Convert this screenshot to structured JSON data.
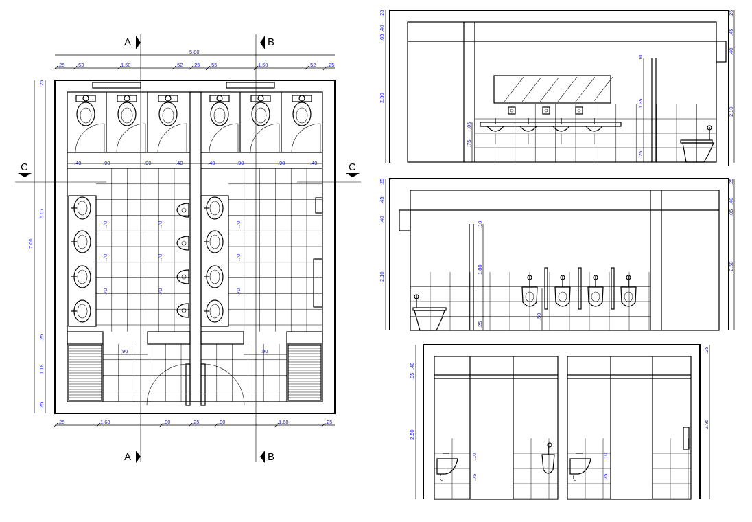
{
  "section_marks": {
    "a": "A",
    "b": "B",
    "c": "C"
  },
  "plan": {
    "top_total": "5.80",
    "top_dims": [
      ".25",
      ".53",
      "1.50",
      ".52",
      ".25",
      ".55",
      "1.50",
      ".52",
      ".25"
    ],
    "bottom_dims": [
      ".25",
      "1.68",
      ".90",
      ".25",
      ".90",
      "1.68",
      ".25"
    ],
    "left_outer": "7.00",
    "left_dims": [
      ".25",
      "5.07",
      ".25",
      "1.18",
      ".25"
    ],
    "stall_dims": [
      ".40",
      ".90",
      ".90",
      ".40",
      ".40",
      ".90",
      ".90",
      ".40"
    ],
    "spacing_dims": [
      ".70",
      ".70",
      ".70"
    ],
    "door_dims": [
      ".90",
      ".90"
    ]
  },
  "elev1": {
    "left_dims": [
      ".25",
      ".40",
      ".05",
      "2.50"
    ],
    "right_dims": [
      ".25",
      ".45",
      ".40",
      "2.10"
    ],
    "inner_dims": [
      ".05",
      ".75",
      ".10",
      "1.35",
      ".25"
    ]
  },
  "elev2": {
    "left_dims": [
      ".25",
      ".45",
      ".40",
      "2.10"
    ],
    "right_dims": [
      ".25",
      ".40",
      ".05",
      "2.50"
    ],
    "inner_dims": [
      ".10",
      "1.80",
      ".25",
      ".50"
    ]
  },
  "elev3": {
    "left_dims": [
      ".40",
      ".05",
      "2.50"
    ],
    "right_dims": [
      ".25",
      "2.95"
    ],
    "inner_dims": [
      ".10",
      ".75",
      ".10",
      ".75"
    ]
  }
}
